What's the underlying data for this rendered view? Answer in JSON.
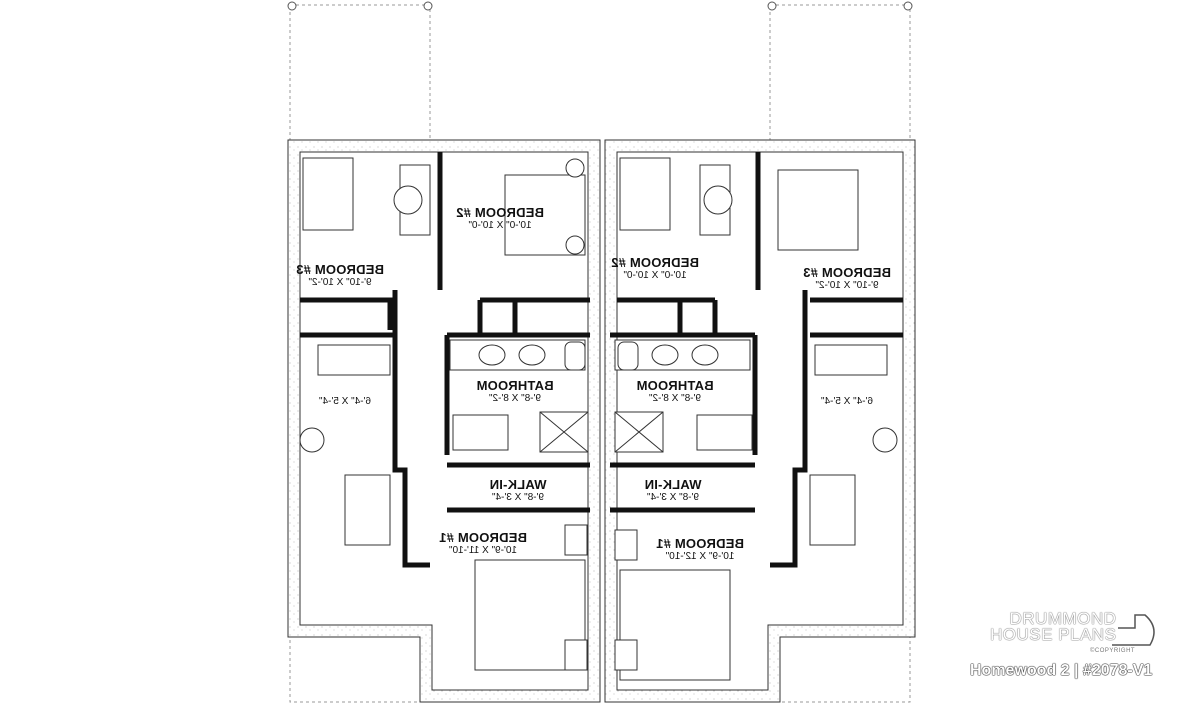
{
  "plan": {
    "units": [
      {
        "rooms": [
          {
            "name": "BEDROOM #3",
            "dims": "9'-10\" X 10'-2\""
          },
          {
            "name": "BEDROOM #2",
            "dims": "10'-0\" X 10'-0\""
          },
          {
            "name": "BATHROOM",
            "dims": "9'-8\" X 8'-2\""
          },
          {
            "name": "",
            "dims": "6'-4\" X 5'-4\""
          },
          {
            "name": "WALK-IN",
            "dims": "9'-8\" X 3'-4\""
          },
          {
            "name": "BEDROOM #1",
            "dims": "10'-9\" X 11'-10\""
          }
        ]
      },
      {
        "rooms": [
          {
            "name": "BEDROOM #2",
            "dims": "10'-0\" X 10'-0\""
          },
          {
            "name": "BEDROOM #3",
            "dims": "9'-10\" X 10'-2\""
          },
          {
            "name": "BATHROOM",
            "dims": "9'-8\" X 8'-2\""
          },
          {
            "name": "",
            "dims": "6'-4\" X 5'-4\""
          },
          {
            "name": "WALK-IN",
            "dims": "9'-8\" X 3'-4\""
          },
          {
            "name": "BEDROOM #1",
            "dims": "10'-9\" X 12'-10\""
          }
        ]
      }
    ]
  },
  "branding": {
    "logo_line1": "DRUMMOND",
    "logo_line2": "HOUSE PLANS",
    "copyright": "©COPYRIGHT",
    "caption": "Homewood 2 | #2078-V1"
  }
}
